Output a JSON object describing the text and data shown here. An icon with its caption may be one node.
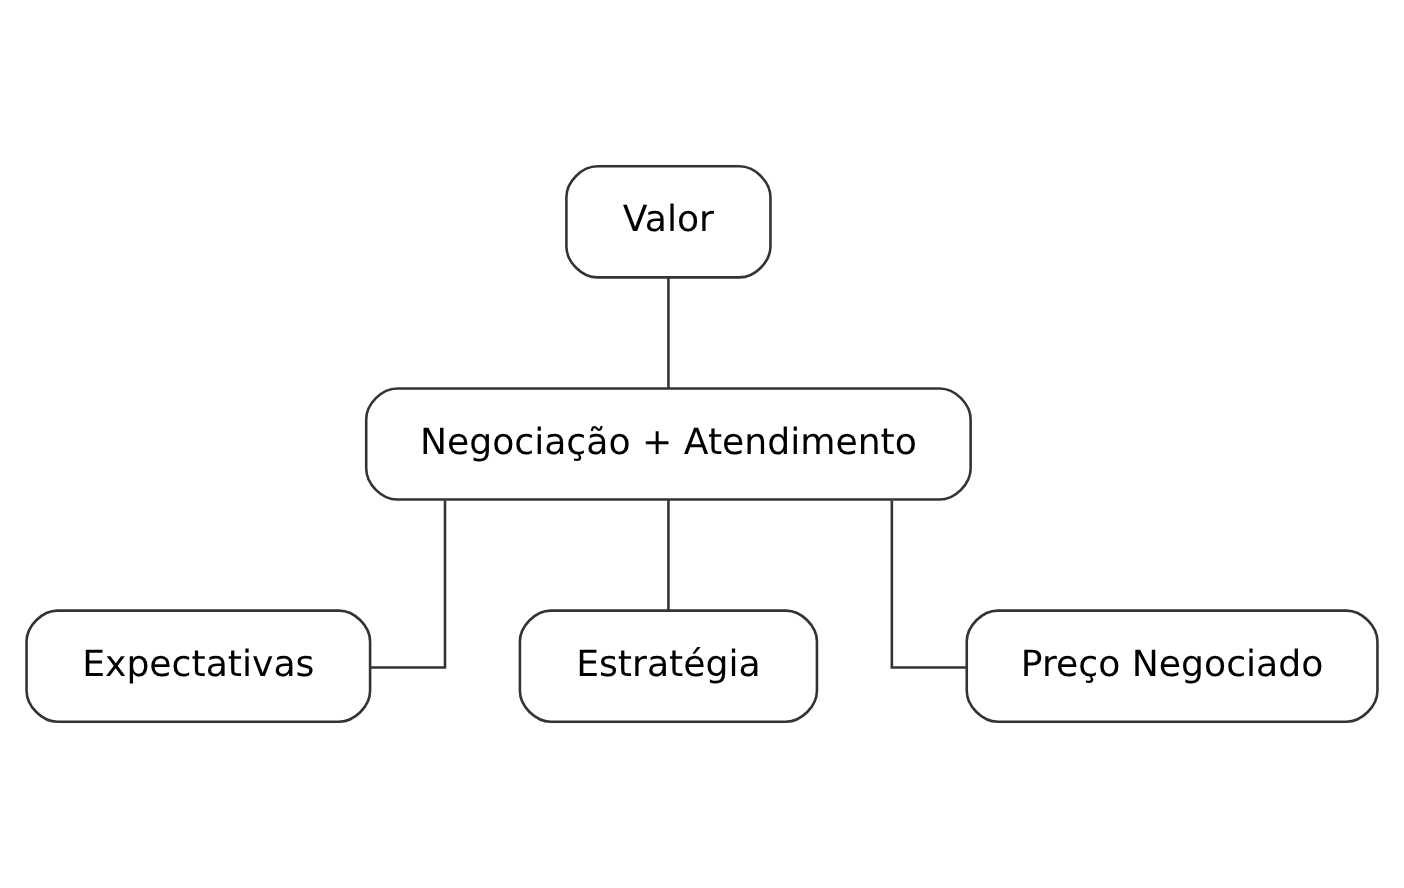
{
  "diagram": {
    "nodes": [
      {
        "text": [
          "Valor"
        ]
      },
      {
        "text": [
          "Negociação + Atendimento"
        ]
      },
      {
        "text": [
          "Expectativas"
        ]
      },
      {
        "text": [
          "Estratégia"
        ]
      },
      {
        "text": [
          "Preço Negociado"
        ]
      }
    ],
    "edges": [
      {
        "from": 0,
        "to": 1,
        "arrow": "none"
      },
      {
        "from": 1,
        "to": 2,
        "arrow": "none"
      },
      {
        "from": 1,
        "to": 3,
        "arrow": "none"
      },
      {
        "from": 1,
        "to": 4,
        "arrow": "none"
      }
    ]
  }
}
